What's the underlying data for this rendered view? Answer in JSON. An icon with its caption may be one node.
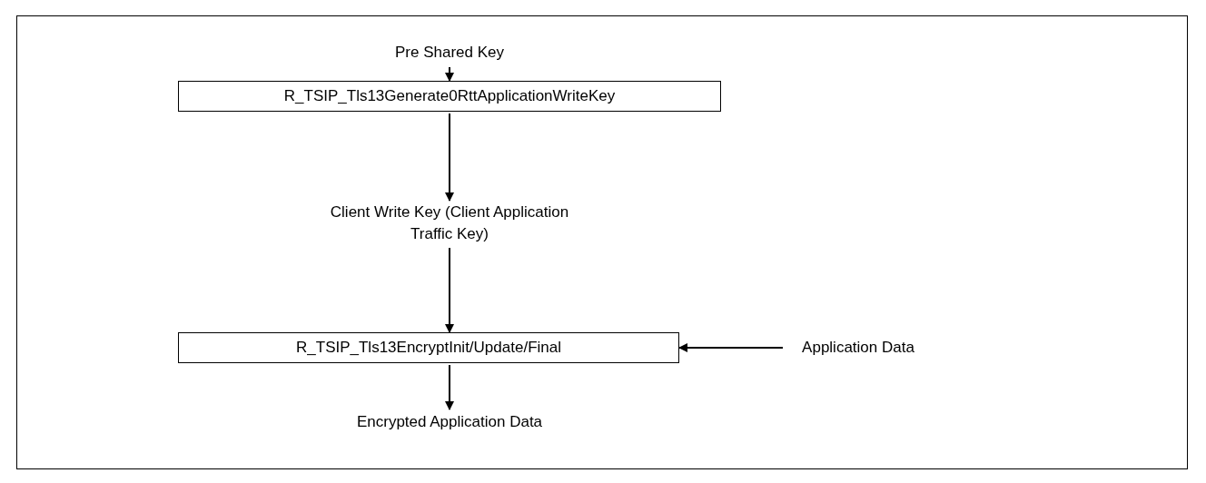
{
  "diagram": {
    "nodes": [
      {
        "text": [
          "Pre Shared Key"
        ]
      },
      {
        "text": [
          "R_TSIP_Tls13Generate0RttApplicationWriteKey"
        ]
      },
      {
        "text": [
          "Client Write Key (Client Application Traffic Key)"
        ]
      },
      {
        "text": [
          "R_TSIP_Tls13EncryptInit/Update/Final"
        ]
      },
      {
        "text": [
          "Application Data"
        ]
      },
      {
        "text": [
          "Encrypted Application Data"
        ]
      }
    ],
    "edges": [
      {
        "from": 0,
        "to": 1,
        "arrow": "to"
      },
      {
        "from": 1,
        "to": 2,
        "arrow": "to"
      },
      {
        "from": 2,
        "to": 3,
        "arrow": "to"
      },
      {
        "from": 4,
        "to": 3,
        "arrow": "to"
      },
      {
        "from": 3,
        "to": 5,
        "arrow": "to"
      }
    ]
  }
}
